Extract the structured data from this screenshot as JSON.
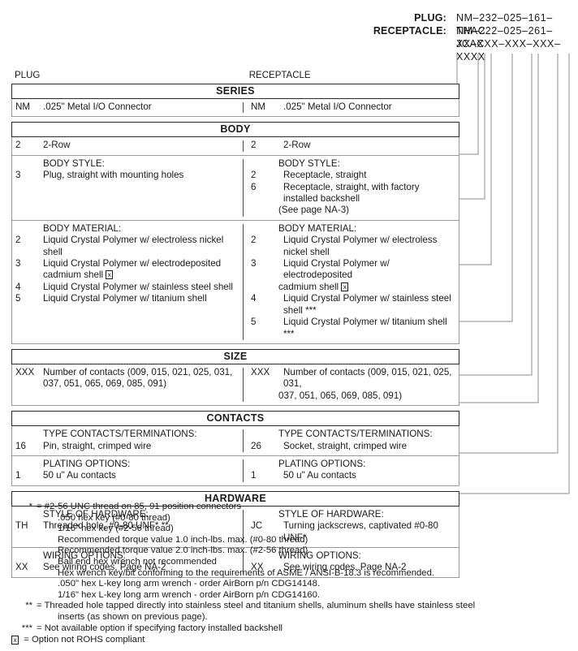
{
  "header": {
    "plug_label": "PLUG:",
    "plug_value": "NM–232–025–161–THAC",
    "receptacle_label": "RECEPTACLE:",
    "receptacle_value": "NM–222–025–261–JCAC",
    "mask": "XX–XXX–XXX–XXX–XXXX"
  },
  "columns": {
    "left": "PLUG",
    "right": "RECEPTACLE"
  },
  "sections": [
    {
      "band": "SERIES",
      "rows": [
        {
          "left": {
            "caption": "",
            "items": [
              {
                "code": "NM",
                "text": ".025\" Metal I/O Connector"
              }
            ]
          },
          "right": {
            "caption": "",
            "items": [
              {
                "code": "NM",
                "text": ".025\" Metal I/O Connector"
              }
            ]
          }
        }
      ]
    },
    {
      "band": "BODY",
      "rows": [
        {
          "left": {
            "caption": "",
            "items": [
              {
                "code": "2",
                "text": "2-Row"
              }
            ]
          },
          "right": {
            "caption": "",
            "items": [
              {
                "code": "2",
                "text": "2-Row"
              }
            ]
          }
        },
        {
          "left": {
            "caption": "BODY STYLE:",
            "items": [
              {
                "code": "3",
                "text": "Plug, straight with mounting holes"
              }
            ]
          },
          "right": {
            "caption": "BODY STYLE:",
            "items": [
              {
                "code": "2",
                "text": "Receptacle, straight"
              },
              {
                "code": "6",
                "text": "Receptacle, straight, with factory installed backshell",
                "cont": "(See page NA-3)"
              }
            ]
          }
        },
        {
          "left": {
            "caption": "BODY MATERIAL:",
            "items": [
              {
                "code": "2",
                "text": "Liquid Crystal Polymer w/ electroless nickel shell"
              },
              {
                "code": "3",
                "text": "Liquid Crystal Polymer w/ electrodeposited",
                "cont": "cadmium shell",
                "cont_rohs": true
              },
              {
                "code": "4",
                "text": "Liquid Crystal Polymer w/ stainless steel shell"
              },
              {
                "code": "5",
                "text": "Liquid Crystal Polymer w/ titanium shell"
              }
            ]
          },
          "right": {
            "caption": "BODY MATERIAL:",
            "items": [
              {
                "code": "2",
                "text": "Liquid Crystal Polymer w/ electroless nickel shell"
              },
              {
                "code": "3",
                "text": "Liquid Crystal Polymer w/ electrodeposited",
                "cont": "cadmium shell",
                "cont_rohs": true
              },
              {
                "code": "4",
                "text": "Liquid Crystal Polymer w/ stainless steel shell ***"
              },
              {
                "code": "5",
                "text": "Liquid Crystal Polymer w/ titanium shell ***"
              }
            ]
          }
        }
      ]
    },
    {
      "band": "SIZE",
      "rows": [
        {
          "left": {
            "caption": "",
            "items": [
              {
                "code": "XXX",
                "text": "Number of contacts (009, 015, 021, 025, 031,",
                "cont": "037, 051, 065, 069, 085, 091)"
              }
            ]
          },
          "right": {
            "caption": "",
            "items": [
              {
                "code": "XXX",
                "text": "Number of contacts (009, 015, 021, 025, 031,",
                "cont": "037, 051, 065, 069, 085, 091)"
              }
            ]
          }
        }
      ]
    },
    {
      "band": "CONTACTS",
      "rows": [
        {
          "left": {
            "caption": "TYPE CONTACTS/TERMINATIONS:",
            "items": [
              {
                "code": "16",
                "text": "Pin, straight, crimped wire"
              }
            ]
          },
          "right": {
            "caption": "TYPE CONTACTS/TERMINATIONS:",
            "items": [
              {
                "code": "26",
                "text": "Socket, straight, crimped wire"
              }
            ]
          }
        },
        {
          "left": {
            "caption": "PLATING OPTIONS:",
            "items": [
              {
                "code": "1",
                "text": "50 u\" Au contacts"
              }
            ]
          },
          "right": {
            "caption": "PLATING OPTIONS:",
            "items": [
              {
                "code": "1",
                "text": "50 u\" Au contacts"
              }
            ]
          }
        }
      ]
    },
    {
      "band": "HARDWARE",
      "rows": [
        {
          "left": {
            "caption": "STYLE OF HARDWARE:",
            "items": [
              {
                "code": "TH",
                "text": "Threaded hole, #0-80 UNF*  **"
              }
            ]
          },
          "right": {
            "caption": "STYLE OF HARDWARE:",
            "items": [
              {
                "code": "JC",
                "text": "Turning jackscrews, captivated #0-80 UNF*"
              }
            ]
          }
        },
        {
          "left": {
            "caption": "WIRING OPTIONS:",
            "items": [
              {
                "code": "XX",
                "text": "See wiring codes, Page NA-2"
              }
            ]
          },
          "right": {
            "caption": "WIRING OPTIONS:",
            "items": [
              {
                "code": "XX",
                "text": "See wiring codes, Page NA-2"
              }
            ]
          }
        }
      ]
    }
  ],
  "footnotes": [
    {
      "mark": "*",
      "text": "= #2-56 UNC thread on 85, 91 position connectors"
    },
    {
      "mark": "",
      "sub": ".050 hex key (#0-80 thread)"
    },
    {
      "mark": "",
      "sub": "1/16\" hex key (#2-56 thread)"
    },
    {
      "mark": "",
      "sub": "Recommended torque value 1.0 inch-lbs. max. (#0-80 thread)"
    },
    {
      "mark": "",
      "sub": "Recommended torque value 2.0 inch-lbs. max. (#2-56 thread)"
    },
    {
      "mark": "",
      "sub": "Ball end hex wrench not recommended"
    },
    {
      "mark": "",
      "sub": "Hex wrench key/bit conforming to the requirements of ASME / ANSI-B-18.3 is recommended."
    },
    {
      "mark": "",
      "sub": ".050\" hex L-key long arm wrench - order AirBorn p/n CDG14148."
    },
    {
      "mark": "",
      "sub": "1/16\" hex L-key long arm wrench - order AirBorn p/n CDG14160."
    },
    {
      "mark": "**",
      "text": "= Threaded hole tapped directly into stainless steel and titanium shells, aluminum shells have stainless steel"
    },
    {
      "mark": "",
      "sub": "inserts (as shown on previous page)."
    },
    {
      "mark": "***",
      "text": "= Not available option if specifying factory installed backshell"
    }
  ],
  "rohs_note": "= Option not ROHS compliant"
}
